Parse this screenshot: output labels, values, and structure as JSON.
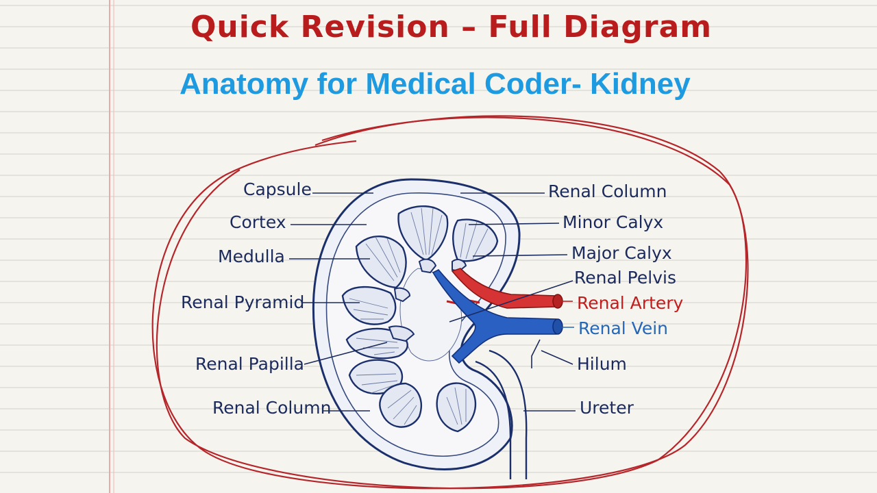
{
  "title": "Quick Revision – Full Diagram",
  "subtitle": "Anatomy for Medical Coder- Kidney",
  "labels": {
    "capsule": "Capsule",
    "cortex": "Cortex",
    "medulla": "Medulla",
    "renal_pyramid": "Renal Pyramid",
    "renal_papilla": "Renal Papilla",
    "renal_column_left": "Renal Column",
    "renal_column_right": "Renal Column",
    "minor_calyx": "Minor Calyx",
    "major_calyx": "Major Calyx",
    "renal_pelvis": "Renal Pelvis",
    "renal_artery": "Renal Artery",
    "renal_vein": "Renal Vein",
    "hilum": "Hilum",
    "ureter": "Ureter"
  },
  "colors": {
    "title": "#b81c1c",
    "subtitle": "#1e9be0",
    "ink": "#1b2a5c",
    "artery": "#c21d1d",
    "vein": "#2466b7",
    "circle": "#b5262a",
    "margin_line": "#e4a9a9",
    "ruled_line": "#d7d5cf"
  }
}
